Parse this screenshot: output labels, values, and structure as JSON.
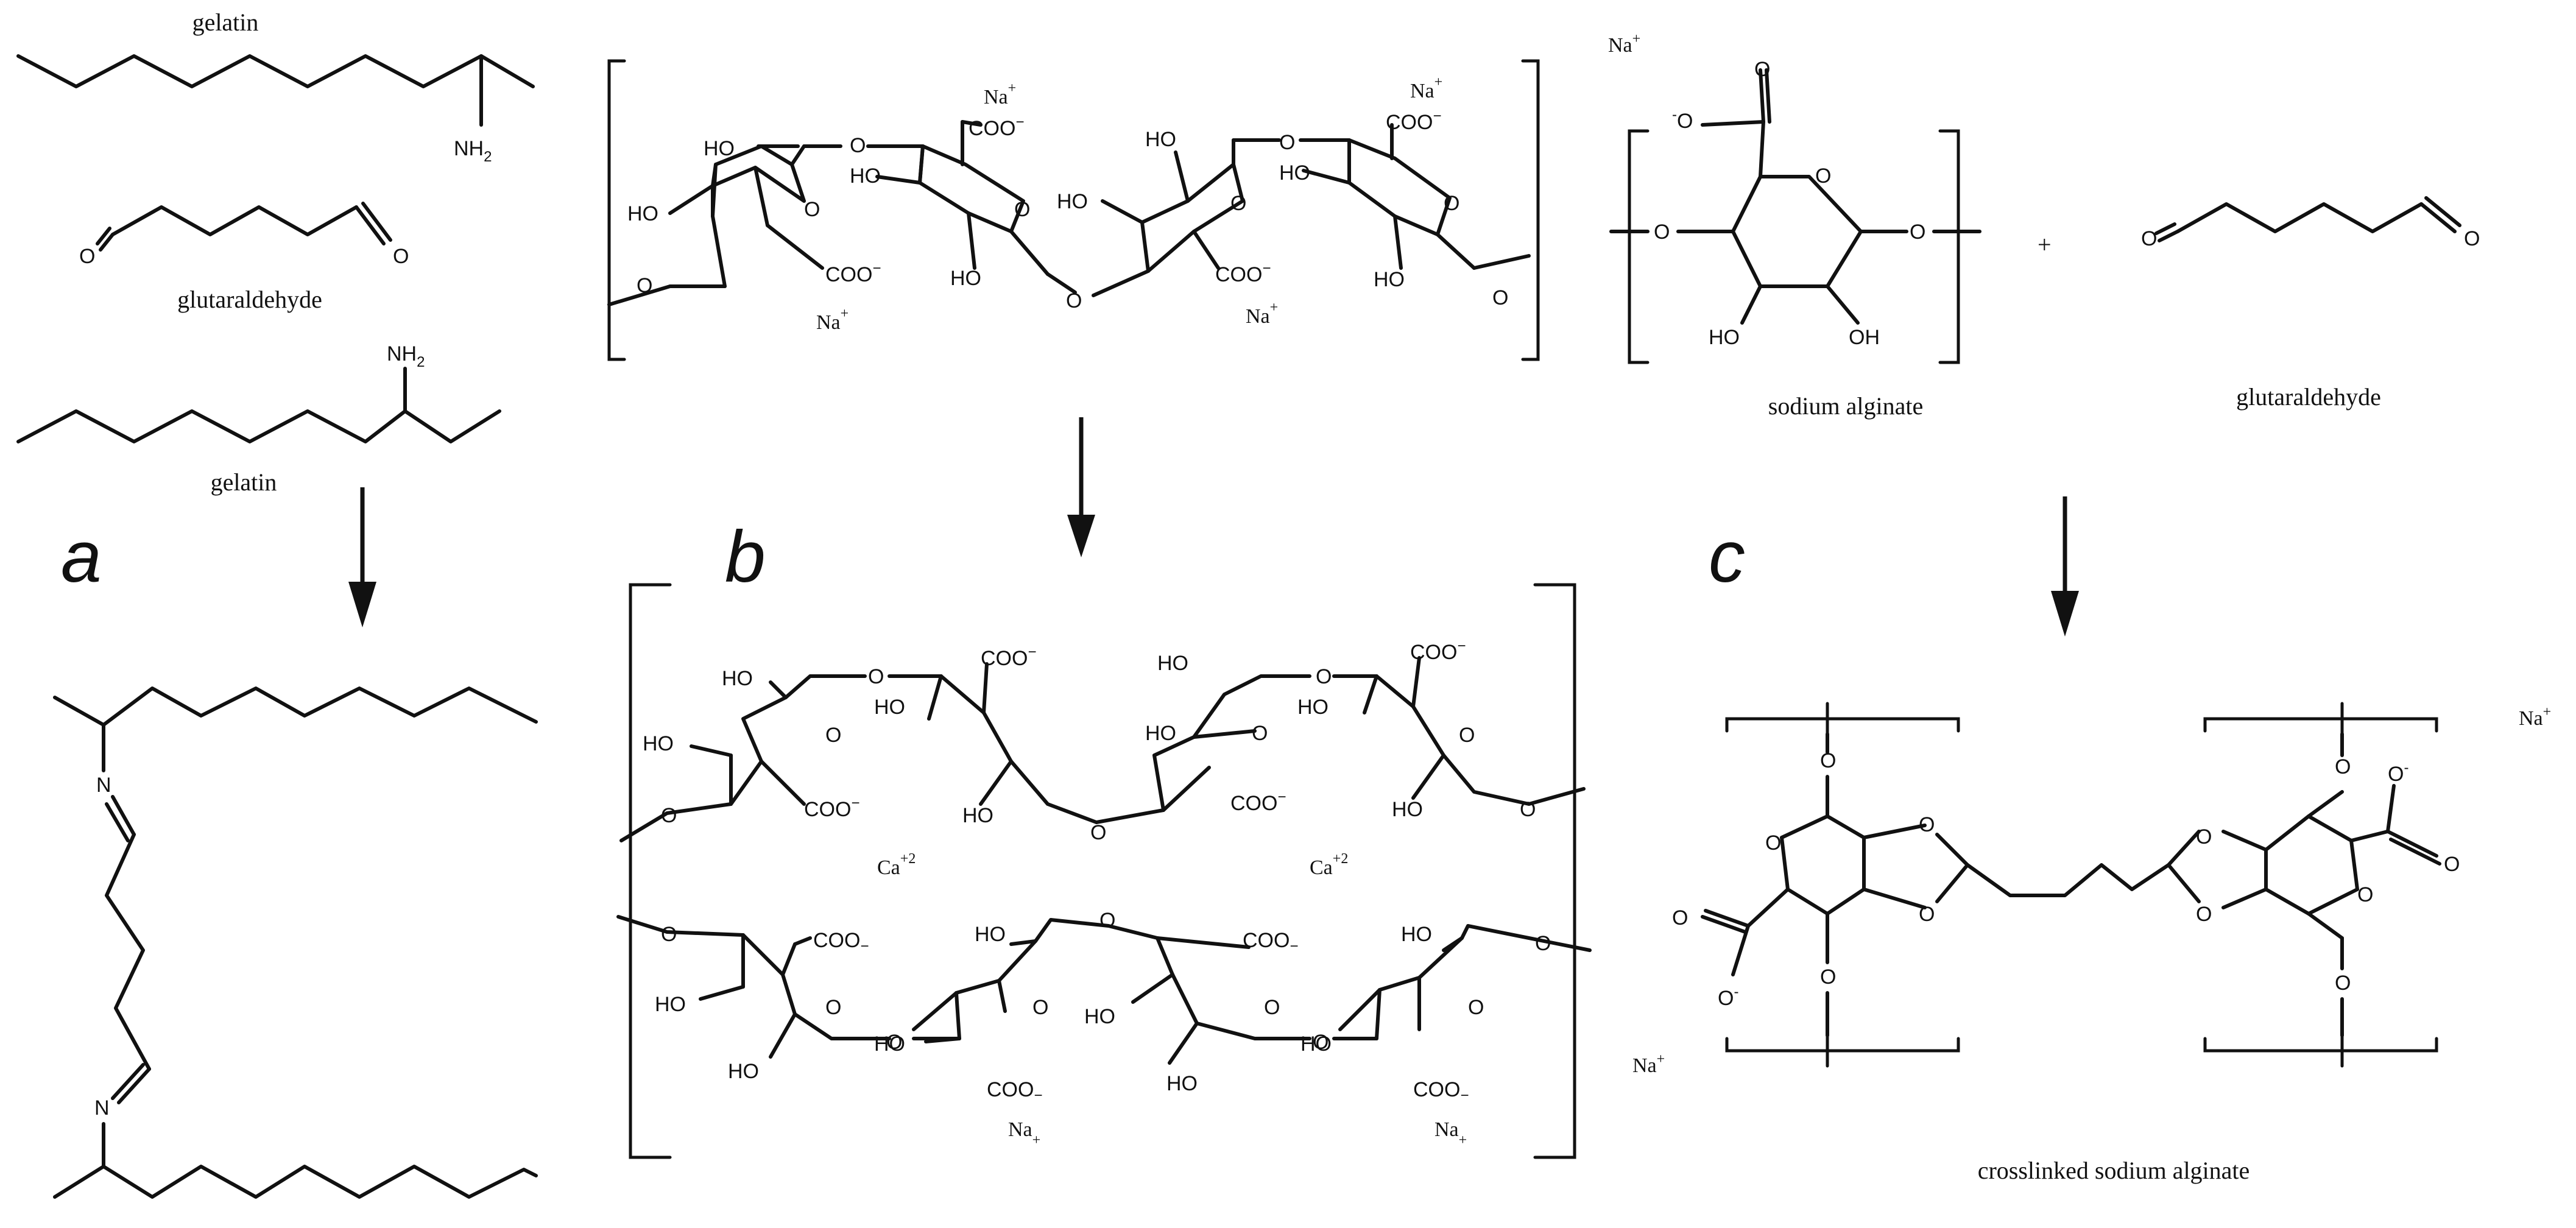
{
  "panel_letters": {
    "a": "a",
    "b": "b",
    "c": "c"
  },
  "labels": {
    "gelatin_top": "gelatin",
    "glutaraldehyde_a": "glutaraldehyde",
    "gelatin_bottom": "gelatin",
    "sodium_alginate": "sodium alginate",
    "glutaraldehyde_c": "glutaraldehyde",
    "crosslinked": "crosslinked sodium alginate"
  },
  "atoms": {
    "nh2": "NH",
    "sub2": "2",
    "n": "N",
    "o": "O",
    "ho": "HO",
    "oh": "OH",
    "coo": "COO",
    "minus": "−",
    "na": "Na",
    "plus": "+",
    "ca": "Ca",
    "ca_charge": "+2",
    "o_minus": "-",
    "plus_sign": "+"
  },
  "colors": {
    "ink": "#111111",
    "background": "#ffffff"
  }
}
